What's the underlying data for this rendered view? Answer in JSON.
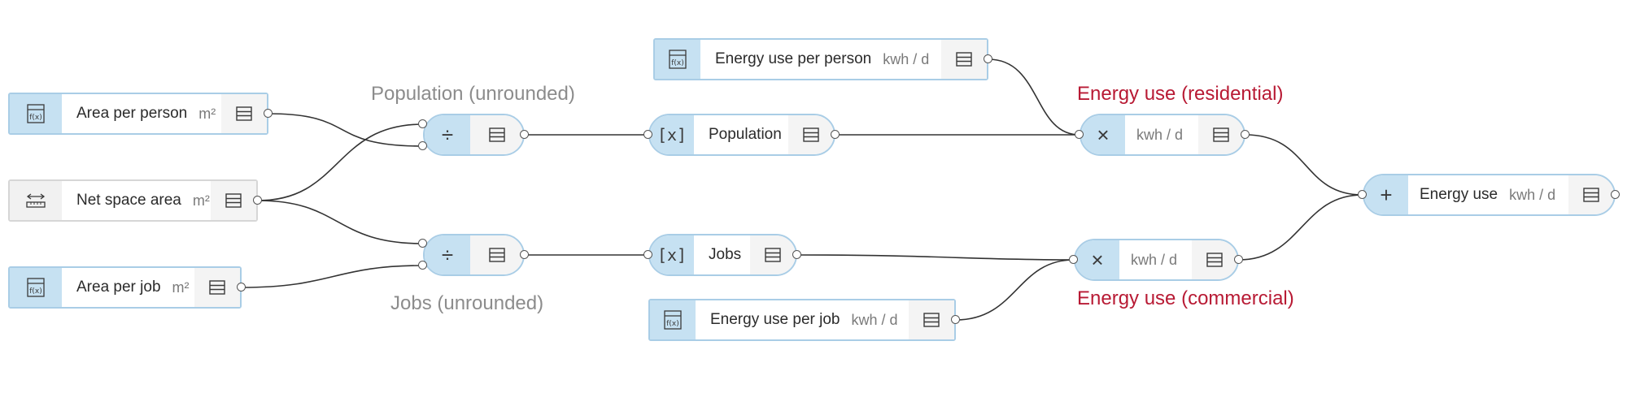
{
  "nodes": {
    "area_per_person": {
      "title": "Area per person",
      "unit": "m²",
      "icon": "function-icon"
    },
    "net_space_area": {
      "title": "Net space area",
      "unit": "m²",
      "icon": "measure-icon"
    },
    "area_per_job": {
      "title": "Area per job",
      "unit": "m²",
      "icon": "function-icon"
    },
    "divide_population": {
      "operator": "÷",
      "icon": "divide-icon"
    },
    "divide_jobs": {
      "operator": "÷",
      "icon": "divide-icon"
    },
    "population": {
      "title": "Population",
      "icon": "variable-icon",
      "glyph": "[x]"
    },
    "jobs": {
      "title": "Jobs",
      "icon": "variable-icon",
      "glyph": "[x]"
    },
    "energy_use_per_person": {
      "title": "Energy use per person",
      "unit": "kwh / d",
      "icon": "function-icon"
    },
    "energy_use_per_job": {
      "title": "Energy use per job",
      "unit": "kwh / d",
      "icon": "function-icon"
    },
    "multiply_residential": {
      "operator": "×",
      "unit": "kwh / d",
      "icon": "multiply-icon"
    },
    "multiply_commercial": {
      "operator": "×",
      "unit": "kwh / d",
      "icon": "multiply-icon"
    },
    "sum_energy_use": {
      "operator": "+",
      "title": "Energy use",
      "unit": "kwh / d",
      "icon": "plus-icon"
    }
  },
  "annotations": {
    "population_unrounded": "Population (unrounded)",
    "jobs_unrounded": "Jobs (unrounded)",
    "energy_use_residential": "Energy use (residential)",
    "energy_use_commercial": "Energy use (commercial)"
  },
  "colors": {
    "node_border": "#a9cde6",
    "icon_fill": "#c6e1f2",
    "annotation_gray": "#8c8c8c",
    "annotation_red": "#b81a34",
    "wire": "#333333"
  }
}
